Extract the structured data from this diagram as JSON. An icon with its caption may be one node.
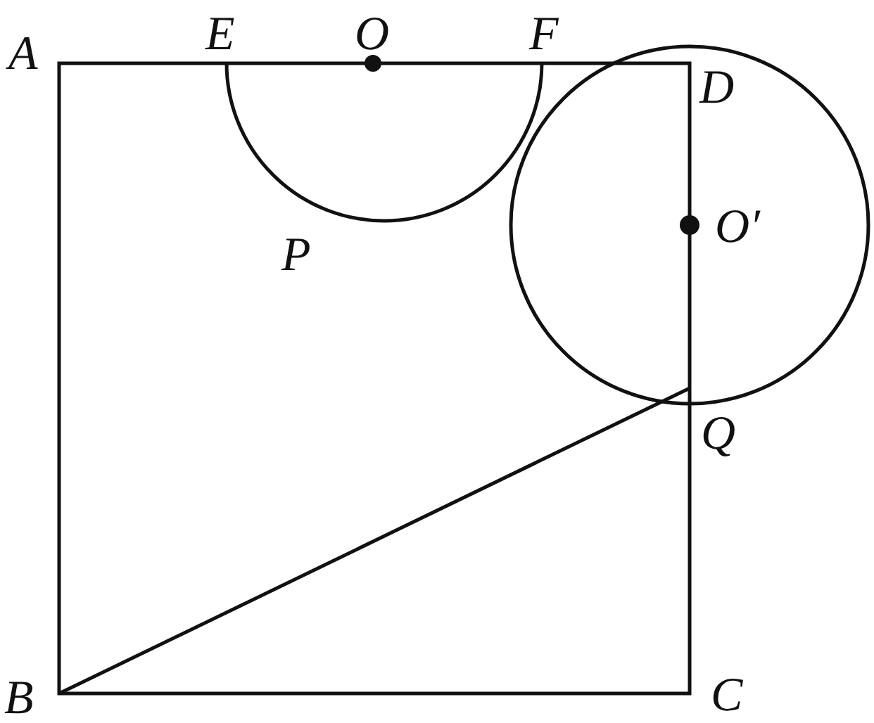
{
  "diagram": {
    "labels": [
      "A",
      "E",
      "O",
      "F",
      "D",
      "O′",
      "P",
      "Q",
      "B",
      "C"
    ]
  }
}
